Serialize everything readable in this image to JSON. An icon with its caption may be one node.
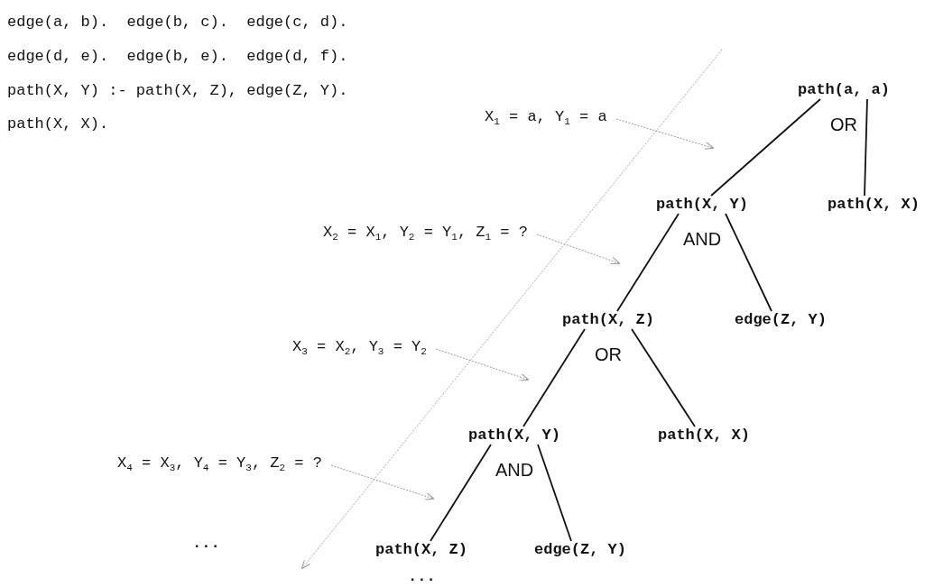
{
  "diagram": {
    "nodes": [
      {
        "text": [
          "path(a, a)"
        ],
        "beside": [
          "OR"
        ]
      },
      {
        "text": [
          "path(X, Y)"
        ],
        "beside": [
          "AND"
        ]
      },
      {
        "text": [
          "path(X, X)"
        ]
      },
      {
        "text": [
          "path(X, Z)"
        ],
        "beside": [
          "OR"
        ]
      },
      {
        "text": [
          "edge(Z, Y)"
        ]
      },
      {
        "text": [
          "path(X, Y)"
        ],
        "beside": [
          "AND"
        ]
      },
      {
        "text": [
          "path(X, X)"
        ]
      },
      {
        "text": [
          "path(X, Z)"
        ]
      },
      {
        "text": [
          "edge(Z, Y)"
        ]
      },
      {
        "text": [
          "X$_{1}$ = a, Y$_{1}$ = a"
        ]
      },
      {
        "text": [
          "X$_{2}$ = X$_{1}$, Y$_{2}$ = Y$_{1}$, Z$_{1}$ = ?"
        ]
      },
      {
        "text": [
          "X$_{3}$ = X$_{2}$, Y$_{3}$ = Y$_{2}$"
        ]
      },
      {
        "text": [
          "X$_{4}$ = X$_{3}$, Y$_{4}$ = Y$_{3}$, Z$_{2}$ = ?"
        ]
      }
    ],
    "edges": [
      {
        "from": 0,
        "to": 1,
        "arrow": "none"
      },
      {
        "from": 0,
        "to": 2,
        "arrow": "none"
      },
      {
        "from": 1,
        "to": 3,
        "arrow": "none"
      },
      {
        "from": 1,
        "to": 4,
        "arrow": "none"
      },
      {
        "from": 3,
        "to": 5,
        "arrow": "none"
      },
      {
        "from": 3,
        "to": 6,
        "arrow": "none"
      },
      {
        "from": 5,
        "to": 7,
        "arrow": "none"
      },
      {
        "from": 5,
        "to": 8,
        "arrow": "none"
      },
      {
        "from": 9,
        "to": null,
        "arrow": "to",
        "style": "dashed",
        "color": "#999999"
      },
      {
        "from": 10,
        "to": null,
        "arrow": "to",
        "style": "dashed",
        "color": "#999999"
      },
      {
        "from": 11,
        "to": null,
        "arrow": "to",
        "style": "dashed",
        "color": "#999999"
      },
      {
        "from": 12,
        "to": null,
        "arrow": "to",
        "style": "dashed",
        "color": "#999999"
      }
    ],
    "labels": [
      "edge(a, b).  edge(b, c).  edge(c, d).",
      "edge(d, e).  edge(b, e).  edge(d, f).",
      "path(X, Y) :- path(X, Z), edge(Z, Y).",
      "path(X, X).",
      "...",
      "..."
    ]
  }
}
